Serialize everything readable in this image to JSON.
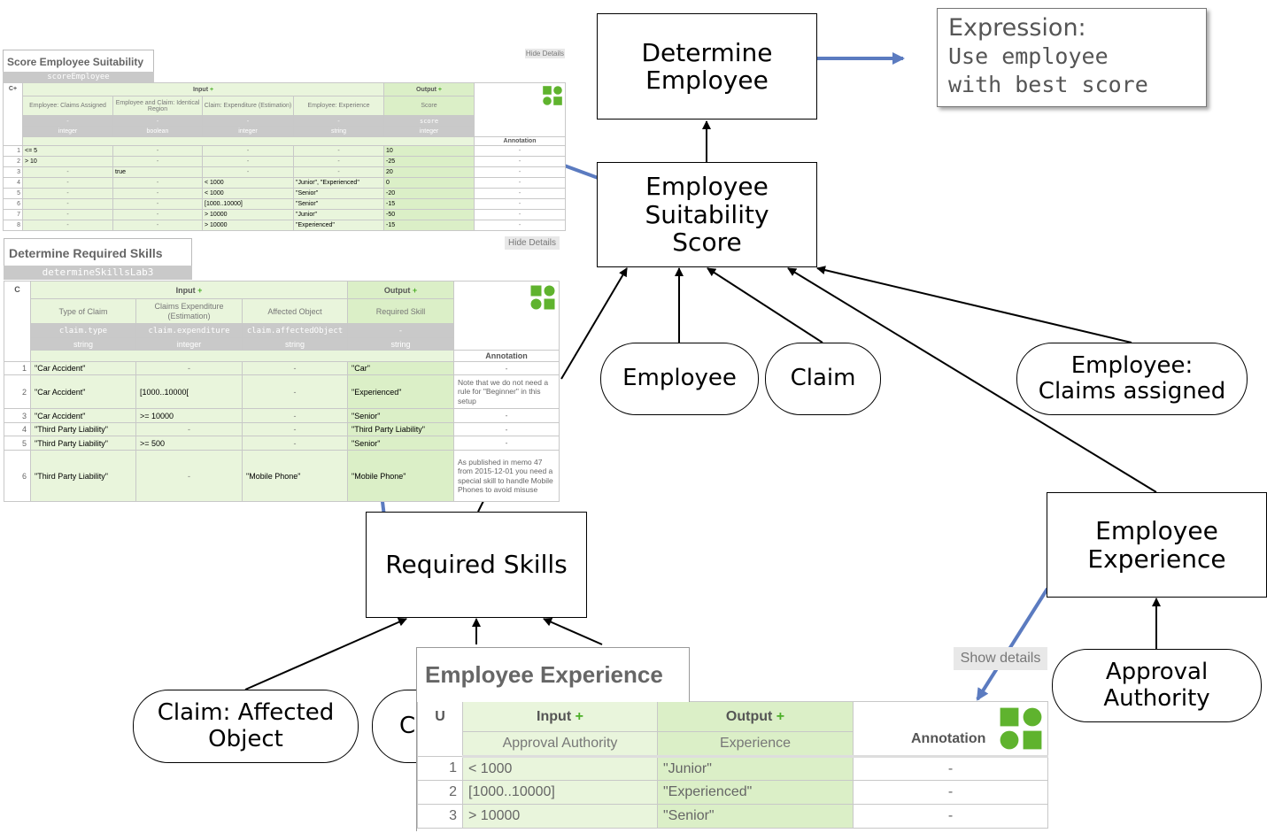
{
  "diagram": {
    "decisions": {
      "determine_employee": "Determine Employee",
      "suitability_score": "Employee Suitability Score",
      "required_skills": "Required Skills",
      "employee_experience": "Employee Experience"
    },
    "inputs": {
      "employee": "Employee",
      "claim": "Claim",
      "claims_assigned": "Employee: Claims assigned",
      "affected_object": "Claim: Affected Object",
      "hidden_input_fragment": "C",
      "approval_authority": "Approval Authority"
    },
    "expression": {
      "label": "Expression:",
      "line1": "Use employee",
      "line2": "with best score"
    }
  },
  "table_score": {
    "name": "Score Employee Suitability",
    "id": "scoreEmployee",
    "hide_label": "Hide Details",
    "hit_policy": "C+",
    "input_label": "Input +",
    "output_label": "Output +",
    "annotation_label": "Annotation",
    "input_columns": [
      {
        "label": "Employee: Claims Assigned",
        "expr": "-",
        "type": "integer"
      },
      {
        "label": "Employee and Claim: Identical Region",
        "expr": "-",
        "type": "boolean"
      },
      {
        "label": "Claim: Expenditure (Estimation)",
        "expr": "-",
        "type": "integer"
      },
      {
        "label": "Employee: Experience",
        "expr": "-",
        "type": "string"
      }
    ],
    "output_column": {
      "label": "Score",
      "expr": "score",
      "type": "integer"
    },
    "rows": [
      [
        "1",
        "<= 5",
        "-",
        "-",
        "-",
        "10",
        "-"
      ],
      [
        "2",
        "> 10",
        "-",
        "-",
        "-",
        "-25",
        "-"
      ],
      [
        "3",
        "-",
        "true",
        "-",
        "-",
        "20",
        "-"
      ],
      [
        "4",
        "-",
        "-",
        "< 1000",
        "\"Junior\", \"Experienced\"",
        "0",
        "-"
      ],
      [
        "5",
        "-",
        "-",
        "< 1000",
        "\"Senior\"",
        "-20",
        "-"
      ],
      [
        "6",
        "-",
        "-",
        "[1000..10000]",
        "\"Senior\"",
        "-15",
        "-"
      ],
      [
        "7",
        "-",
        "-",
        "> 10000",
        "\"Junior\"",
        "-50",
        "-"
      ],
      [
        "8",
        "-",
        "-",
        "> 10000",
        "\"Experienced\"",
        "-15",
        "-"
      ]
    ]
  },
  "table_skills": {
    "name": "Determine Required Skills",
    "id": "determineSkillsLab3",
    "hide_label": "Hide Details",
    "hit_policy": "C",
    "input_label": "Input +",
    "output_label": "Output +",
    "annotation_label": "Annotation",
    "input_columns": [
      {
        "label": "Type of Claim",
        "expr": "claim.type",
        "type": "string"
      },
      {
        "label": "Claims Expenditure (Estimation)",
        "expr": "claim.expenditure",
        "type": "integer"
      },
      {
        "label": "Affected Object",
        "expr": "claim.affectedObject",
        "type": "string"
      }
    ],
    "output_column": {
      "label": "Required Skill",
      "expr": "-",
      "type": "string"
    },
    "rows": [
      [
        "1",
        "\"Car Accident\"",
        "-",
        "-",
        "\"Car\"",
        "-"
      ],
      [
        "2",
        "\"Car Accident\"",
        "[1000..10000[",
        "-",
        "\"Experienced\"",
        "Note that we do not need a rule for \"Beginner\" in this setup"
      ],
      [
        "3",
        "\"Car Accident\"",
        ">= 10000",
        "-",
        "\"Senior\"",
        "-"
      ],
      [
        "4",
        "\"Third Party Liability\"",
        "-",
        "-",
        "\"Third Party Liability\"",
        "-"
      ],
      [
        "5",
        "\"Third Party Liability\"",
        ">= 500",
        "-",
        "\"Senior\"",
        "-"
      ],
      [
        "6",
        "\"Third Party Liability\"",
        "-",
        "\"Mobile Phone\"",
        "\"Mobile Phone\"",
        "As published in memo 47 from 2015-12-01 you need a special skill to handle Mobile Phones to avoid misuse"
      ]
    ]
  },
  "table_experience": {
    "name": "Employee Experience",
    "show_label": "Show details",
    "hit_policy": "U",
    "input_label": "Input +",
    "output_label": "Output +",
    "annotation_label": "Annotation",
    "input_column": "Approval Authority",
    "output_column": "Experience",
    "rows": [
      [
        "1",
        "< 1000",
        "\"Junior\"",
        "-"
      ],
      [
        "2",
        "[1000..10000]",
        "\"Experienced\"",
        "-"
      ],
      [
        "3",
        "> 10000",
        "\"Senior\"",
        "-"
      ]
    ]
  },
  "colors": {
    "callout_arrow": "#5b7bc0",
    "table_green": "#e9f5dc",
    "table_gray": "#c9c9c9",
    "logo_green": "#5fb32e"
  }
}
